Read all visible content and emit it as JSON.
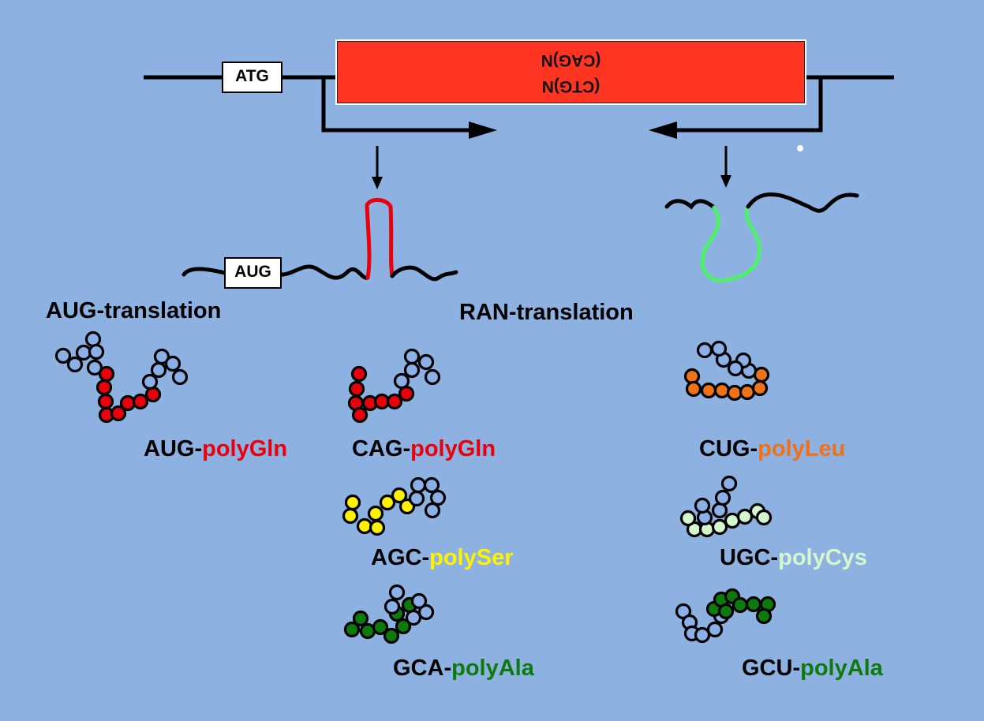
{
  "gene": {
    "start_codon_box": "ATG",
    "repeat_sense": "(CAG)N",
    "repeat_antisense": "(CTG)N"
  },
  "mrna": {
    "start_codon_box": "AUG"
  },
  "headings": {
    "aug_translation": "AUG-translation",
    "ran_translation": "RAN-translation"
  },
  "products": [
    {
      "codon": "AUG-",
      "poly": "polyGln",
      "poly_color": "#e8000d"
    },
    {
      "codon": "CAG-",
      "poly": "polyGln",
      "poly_color": "#e8000d"
    },
    {
      "codon": "AGC-",
      "poly": "polySer",
      "poly_color": "#fff200"
    },
    {
      "codon": "GCA-",
      "poly": "polyAla",
      "poly_color": "#0d7a0d"
    },
    {
      "codon": "CUG-",
      "poly": "polyLeu",
      "poly_color": "#f07218"
    },
    {
      "codon": "UGC-",
      "poly": "polyCys",
      "poly_color": "#d4f7d0"
    },
    {
      "codon": "GCU-",
      "poly": "polyAla",
      "poly_color": "#0d7a0d"
    }
  ],
  "colors": {
    "background": "#8db1e1",
    "repeat_box": "#ff3522",
    "bead_blue": "#8bb0e8",
    "hairpin_sense": "#e8000d",
    "hairpin_antisense": "#4ff06a"
  }
}
